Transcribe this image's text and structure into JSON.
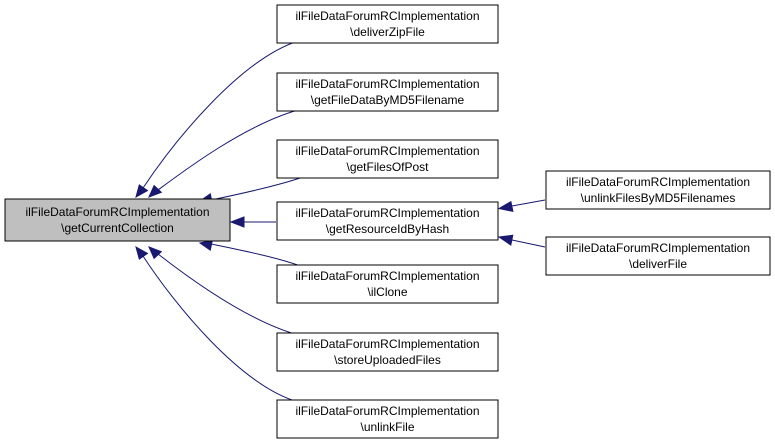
{
  "colors": {
    "edge": "#191970",
    "focus_fill": "#bfbfbf",
    "node_fill": "#ffffff",
    "node_border": "#000000"
  },
  "nodes": {
    "focus": {
      "line1": "ilFileDataForumRCImplementation",
      "line2": "\\getCurrentCollection"
    },
    "deliverZipFile": {
      "line1": "ilFileDataForumRCImplementation",
      "line2": "\\deliverZipFile"
    },
    "getFileDataByMD5Filename": {
      "line1": "ilFileDataForumRCImplementation",
      "line2": "\\getFileDataByMD5Filename"
    },
    "getFilesOfPost": {
      "line1": "ilFileDataForumRCImplementation",
      "line2": "\\getFilesOfPost"
    },
    "getResourceIdByHash": {
      "line1": "ilFileDataForumRCImplementation",
      "line2": "\\getResourceIdByHash"
    },
    "ilClone": {
      "line1": "ilFileDataForumRCImplementation",
      "line2": "\\ilClone"
    },
    "storeUploadedFiles": {
      "line1": "ilFileDataForumRCImplementation",
      "line2": "\\storeUploadedFiles"
    },
    "unlinkFile": {
      "line1": "ilFileDataForumRCImplementation",
      "line2": "\\unlinkFile"
    },
    "unlinkFilesByMD5Filenames": {
      "line1": "ilFileDataForumRCImplementation",
      "line2": "\\unlinkFilesByMD5Filenames"
    },
    "deliverFile": {
      "line1": "ilFileDataForumRCImplementation",
      "line2": "\\deliverFile"
    }
  }
}
